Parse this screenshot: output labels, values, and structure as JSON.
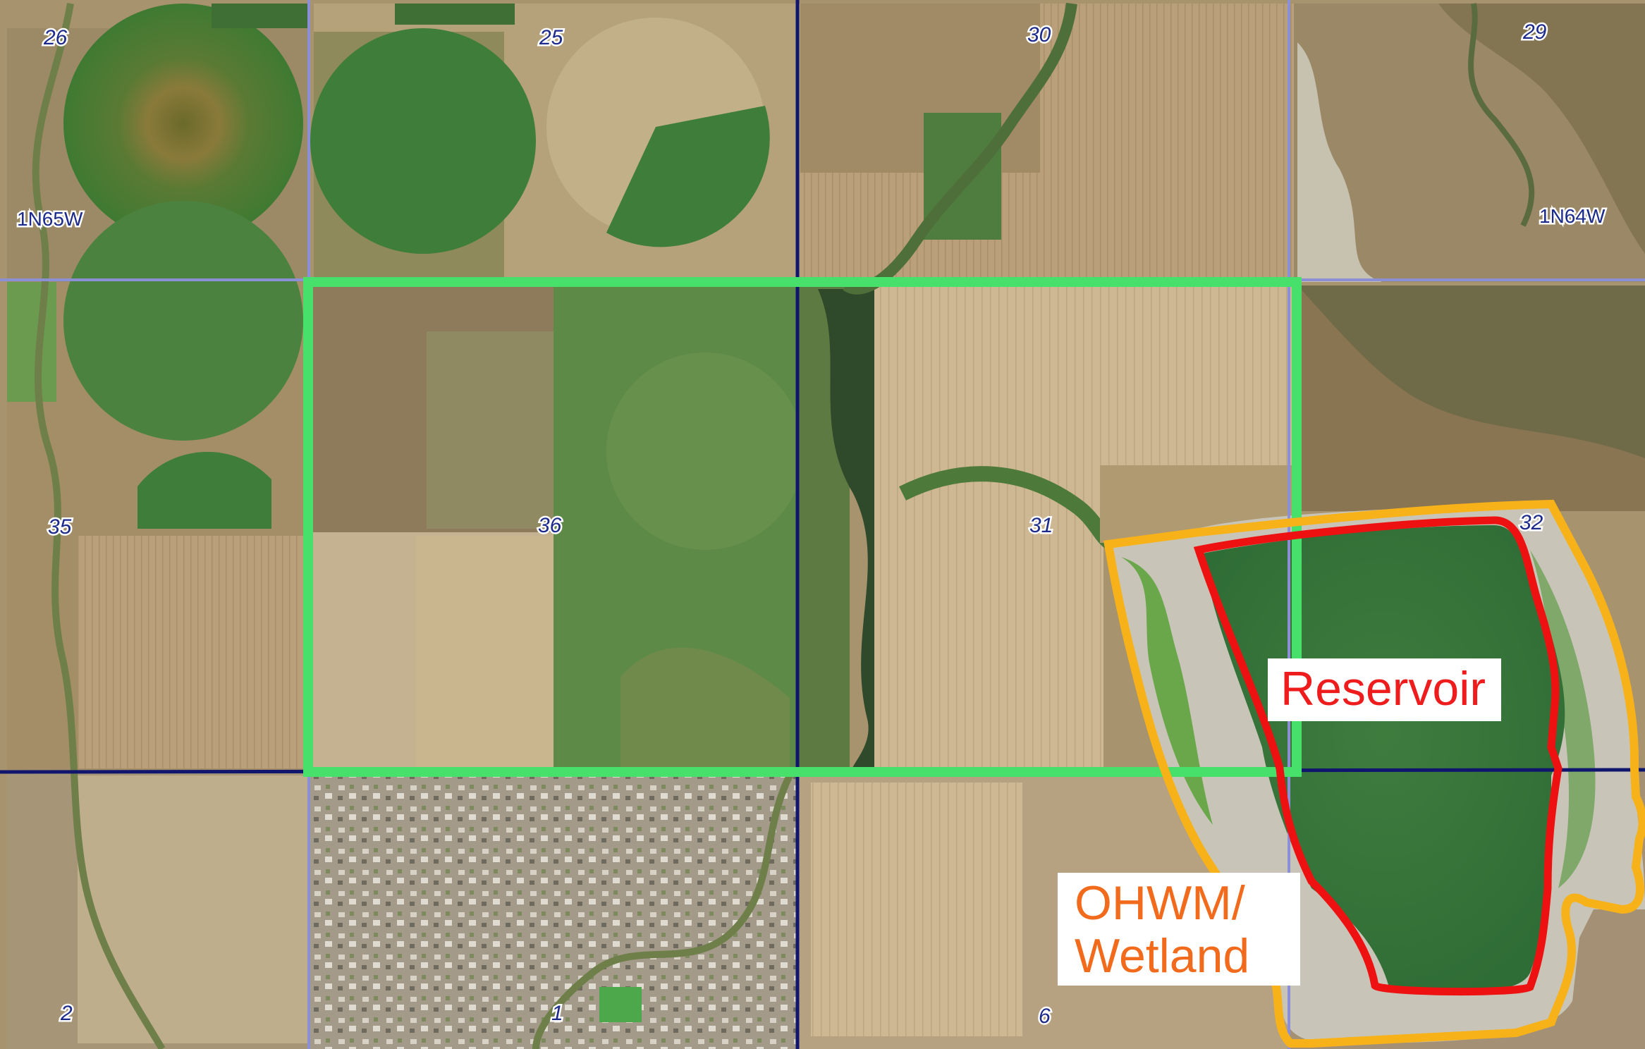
{
  "map": {
    "sections": [
      {
        "id": "s26",
        "label": "26"
      },
      {
        "id": "s25",
        "label": "25"
      },
      {
        "id": "s30",
        "label": "30"
      },
      {
        "id": "s29",
        "label": "29"
      },
      {
        "id": "s35",
        "label": "35"
      },
      {
        "id": "s36",
        "label": "36"
      },
      {
        "id": "s31",
        "label": "31"
      },
      {
        "id": "s32",
        "label": "32"
      },
      {
        "id": "s2",
        "label": "2"
      },
      {
        "id": "s1",
        "label": "1"
      },
      {
        "id": "s6",
        "label": "6"
      }
    ],
    "townships": [
      {
        "id": "west",
        "label": "1N65W"
      },
      {
        "id": "east",
        "label": "1N64W"
      }
    ],
    "callouts": {
      "reservoir": "Reservoir",
      "ohwm_line1": "OHWM/",
      "ohwm_line2": "Wetland"
    },
    "colors": {
      "study_area_outline": "#47e06a",
      "reservoir_outline": "#ee1111",
      "ohwm_wetland_outline": "#f7b21a",
      "reservoir_label": "#ee1c1c",
      "ohwm_label": "#f26a1b",
      "section_line": "#10166e",
      "grid_line": "#8a8fd6"
    }
  }
}
